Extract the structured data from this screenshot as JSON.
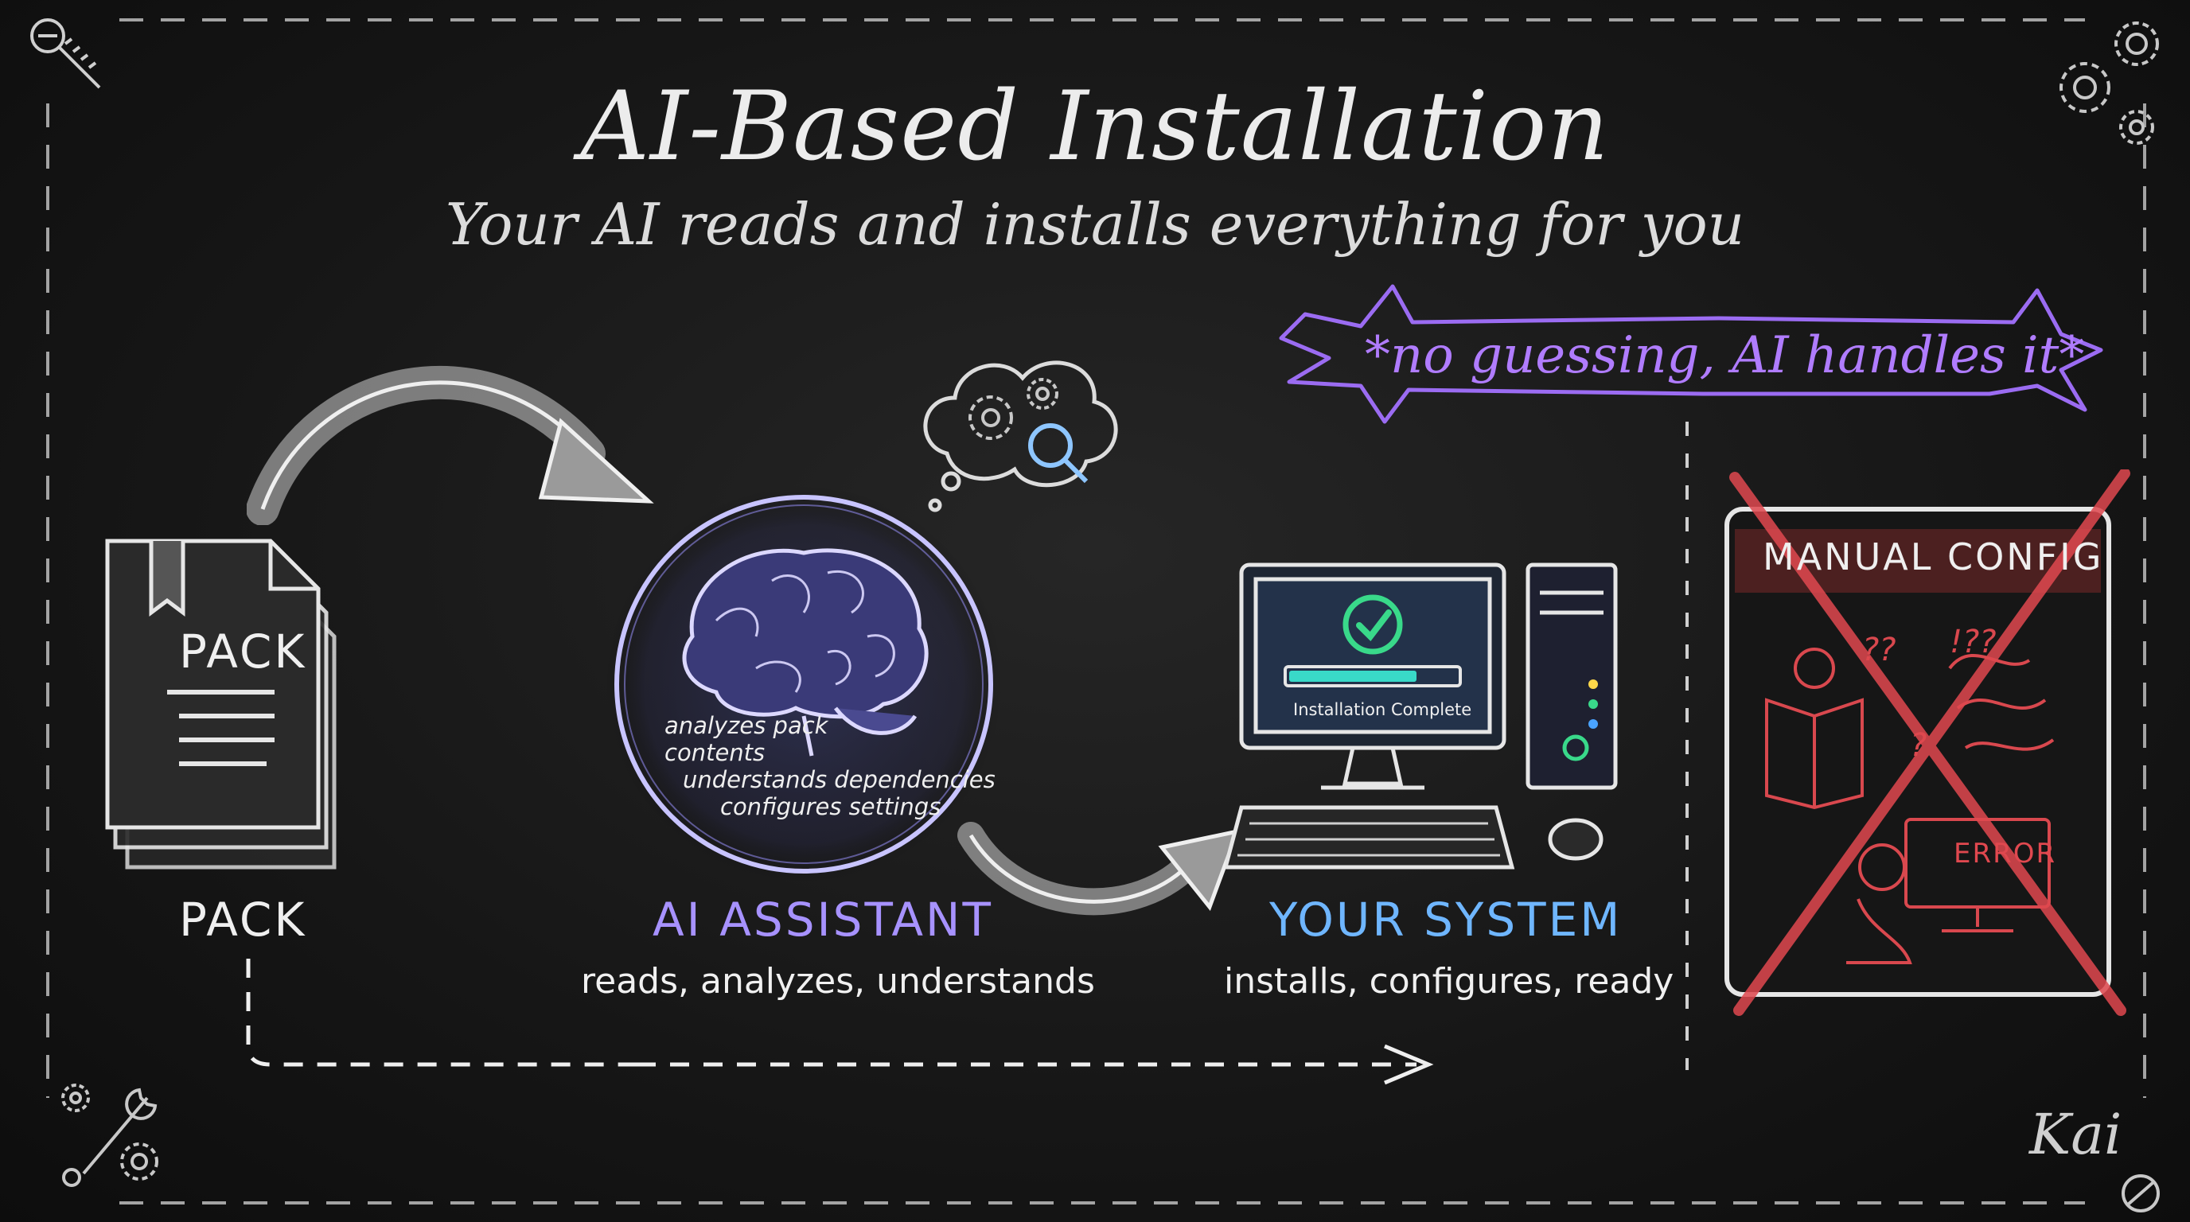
{
  "header": {
    "title": "AI-Based Installation",
    "subtitle": "Your AI reads and installs everything for you"
  },
  "banner": {
    "text": "*no guessing, AI handles it*",
    "color": "#b07cff"
  },
  "pack": {
    "icon_label": "PACK",
    "label": "PACK"
  },
  "assistant": {
    "notes": [
      "analyzes pack",
      "contents",
      "understands dependencies",
      "configures settings"
    ],
    "label": "AI ASSISTANT",
    "caption": "reads, analyzes, understands",
    "label_color": "#a792ff"
  },
  "system": {
    "screen_text": "Installation Complete",
    "label": "YOUR SYSTEM",
    "caption": "installs, configures, ready",
    "label_color": "#6fb6ff",
    "accent": "#39d98a"
  },
  "manual": {
    "title": "MANUAL CONFIG",
    "error_text": "ERROR",
    "cross_color": "#e0484f"
  },
  "signature": "Kai"
}
